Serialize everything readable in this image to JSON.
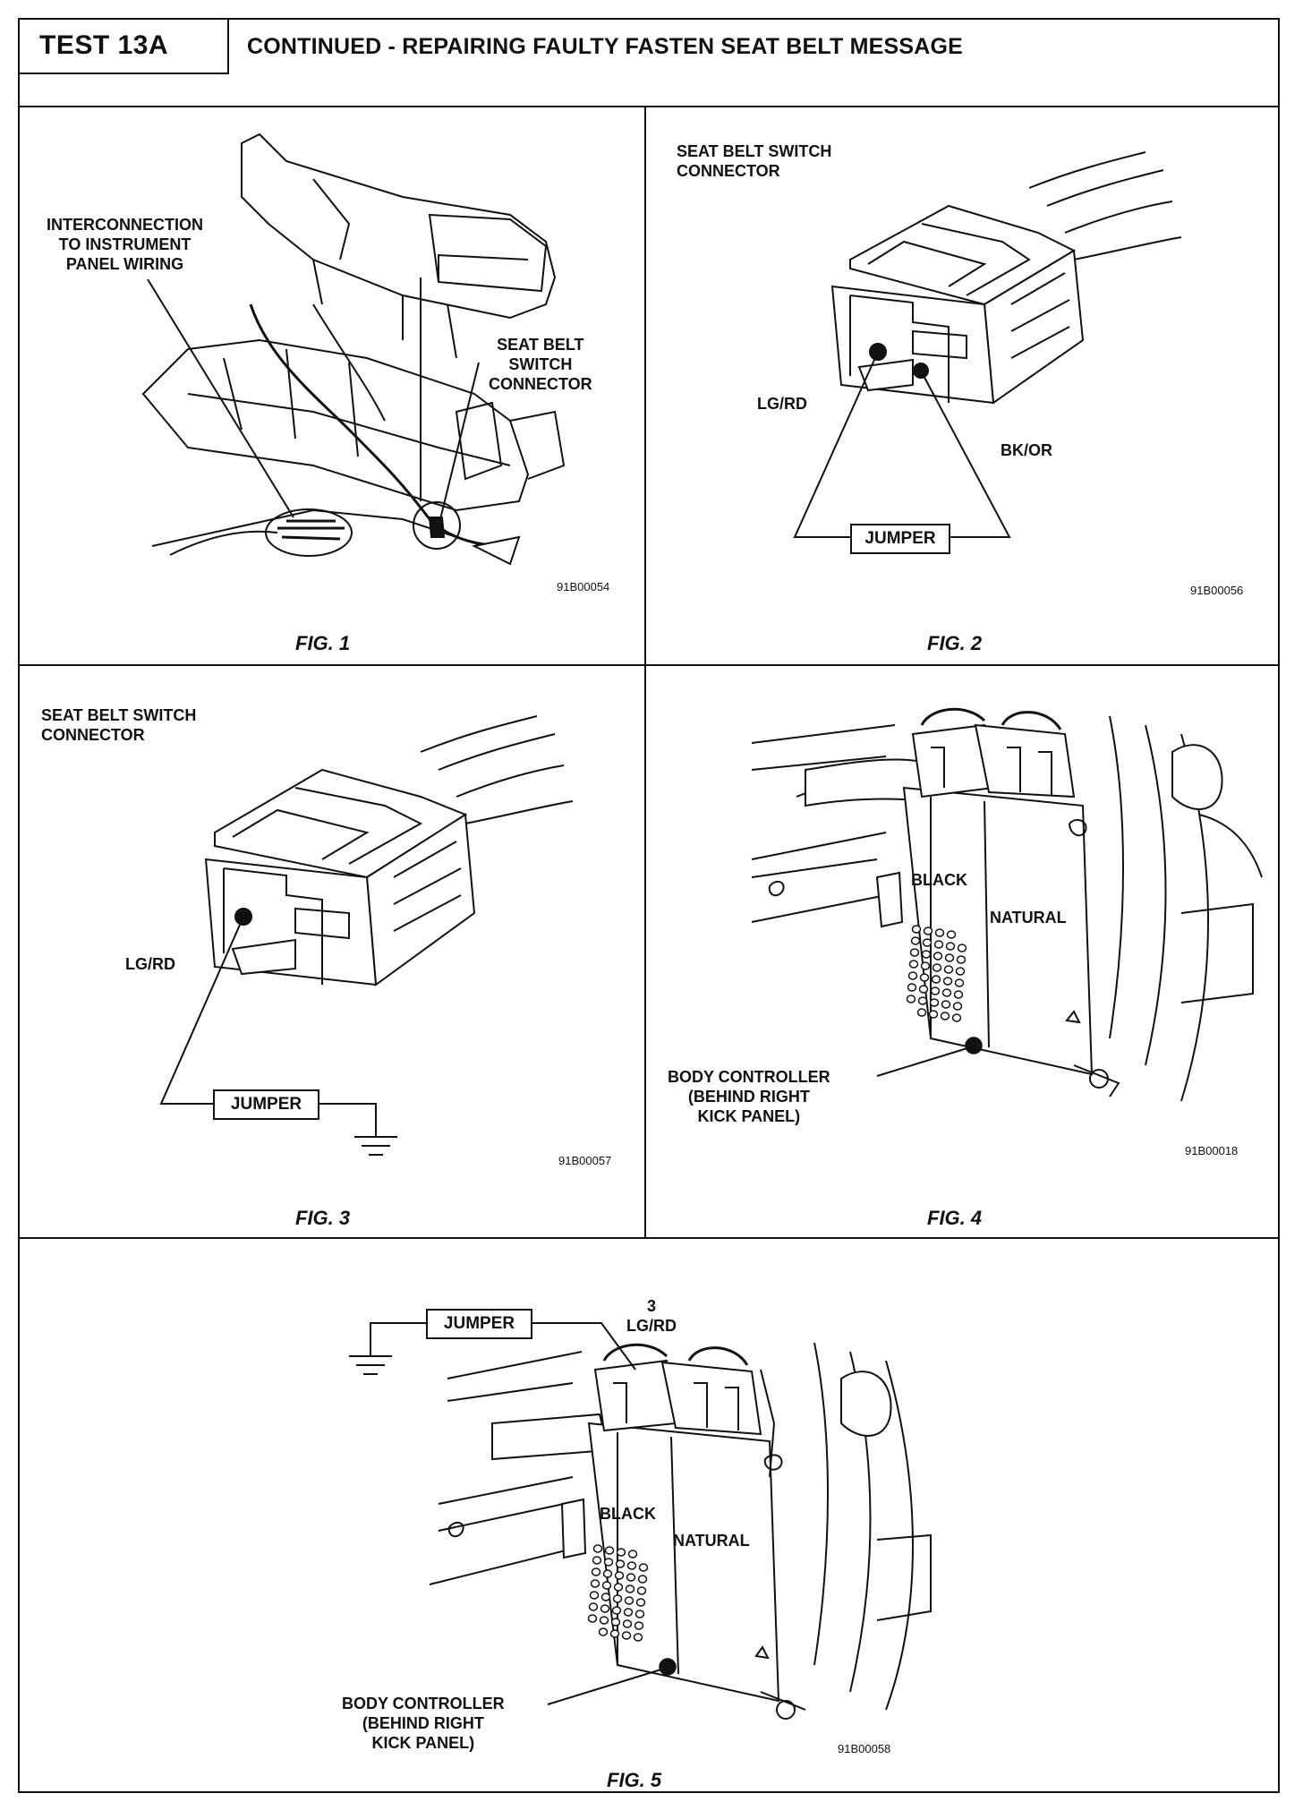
{
  "header": {
    "test_label": "TEST 13A",
    "title": "CONTINUED - REPAIRING FAULTY FASTEN SEAT BELT MESSAGE"
  },
  "figures": [
    {
      "caption": "FIG. 1",
      "code": "91B00054",
      "labels": {
        "interconnection": "INTERCONNECTION\nTO INSTRUMENT\nPANEL WIRING",
        "connector": "SEAT BELT\nSWITCH\nCONNECTOR"
      }
    },
    {
      "caption": "FIG. 2",
      "code": "91B00056",
      "labels": {
        "connector": "SEAT BELT SWITCH\nCONNECTOR",
        "wire_a": "LG/RD",
        "wire_b": "BK/OR",
        "jumper": "JUMPER"
      }
    },
    {
      "caption": "FIG. 3",
      "code": "91B00057",
      "labels": {
        "connector": "SEAT BELT SWITCH\nCONNECTOR",
        "wire_a": "LG/RD",
        "jumper": "JUMPER"
      }
    },
    {
      "caption": "FIG. 4",
      "code": "91B00018",
      "labels": {
        "black": "BLACK",
        "natural": "NATURAL",
        "controller": "BODY CONTROLLER\n(BEHIND RIGHT\nKICK PANEL)"
      }
    },
    {
      "caption": "FIG. 5",
      "code": "91B00058",
      "labels": {
        "jumper": "JUMPER",
        "pin": "3\nLG/RD",
        "black": "BLACK",
        "natural": "NATURAL",
        "controller": "BODY CONTROLLER\n(BEHIND RIGHT\nKICK PANEL)"
      }
    }
  ]
}
